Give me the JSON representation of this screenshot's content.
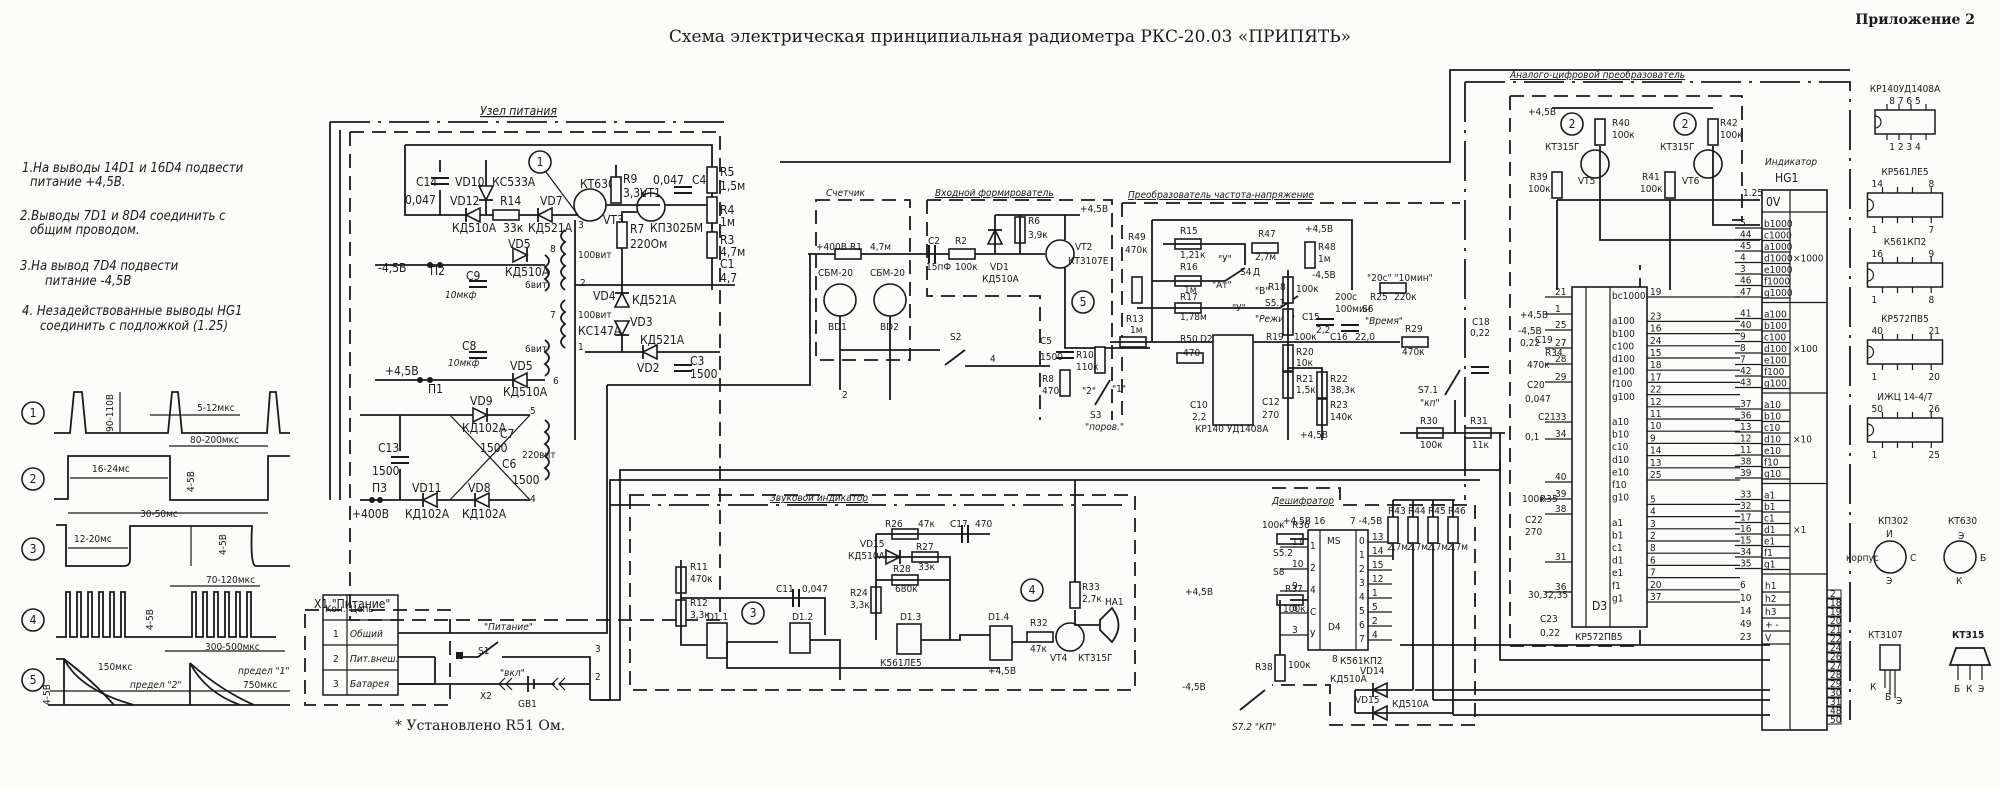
{
  "title": "Схема электрическая принципиальная радиометра РКС-20.03 «ПРИПЯТЬ»",
  "appendix": "Приложение 2",
  "footnote": "* Установлено R51 Ом.",
  "notes": [
    {
      "line1": "1.На выводы 14D1 и 16D4 подвести",
      "line2": "питание +4,5В."
    },
    {
      "line1": "2.Выводы 7D1 и 8D4 соединить с",
      "line2": "общим проводом."
    },
    {
      "line1": "3.На вывод 7D4 подвести",
      "line2": "питание -4,5В"
    },
    {
      "line1": "4. Незадействованные выводы НG1",
      "line2": "соединить с подложкой (1.25)"
    }
  ],
  "waveforms": [
    {
      "id": "1",
      "labels": [
        "90-110В",
        "5-12мкс",
        "80-200мкс"
      ]
    },
    {
      "id": "2",
      "labels": [
        "16-24мс",
        "4-5В",
        "30-50мс"
      ]
    },
    {
      "id": "3",
      "labels": [
        "12-20мс",
        "4-5В"
      ]
    },
    {
      "id": "4",
      "labels": [
        "4-5В",
        "70-120мкс",
        "300-500мкс"
      ]
    },
    {
      "id": "5",
      "labels": [
        "4-5В",
        "150мкс",
        "предел \"2\"",
        "предел \"1\"",
        "750мкс"
      ]
    }
  ],
  "blocks": {
    "power": "Узел питания",
    "counter": "Счетчик",
    "input_shaper": "Входной формирователь",
    "fv_converter": "Преобразователь частота-напряжение",
    "sound": "Звуковой индикатор",
    "decoder": "Дешифратор",
    "adc": "Аналого-цифровой преобразователь",
    "indicator": "Индикатор"
  },
  "power_unit": {
    "c14": "C14",
    "c14v": "0,047",
    "vd10": "VD10",
    "vd10t": "КС533А",
    "vd12": "VD12",
    "vd12t": "КД510А",
    "r14": "R14",
    "r14v": "33к",
    "vd7": "VD7",
    "vd7t": "КД521А",
    "vt3t": "КТ630Б",
    "vt3": "VT3",
    "r9": "R9",
    "r9v": "3,3к",
    "vt1": "VT1",
    "vt1t": "КП302БМ",
    "c4": "C4",
    "c4v": "0,047",
    "r5": "R5",
    "r5v": "1,5м",
    "r4": "R4",
    "r4v": "1м",
    "r3": "R3",
    "r3v": "4,7м",
    "c1": "C1",
    "c1v": "4,7",
    "r7": "R7",
    "r7v": "220Ом",
    "vd5a": "VD5",
    "vd5at": "КД510А",
    "n100a": "100вит",
    "n100b": "100вит",
    "n6a": "6вит",
    "n6b": "6вит",
    "n220": "220вит",
    "vd4": "VD4",
    "vd4t": "КД521А",
    "vd3": "VD3",
    "vd3t": "КС147А",
    "vd2": "VD2",
    "vd2t": "КД521А",
    "c3": "C3",
    "c3v": "1500",
    "c9": "C9",
    "c9v": "10мкф",
    "c8": "C8",
    "c8v": "10мкф",
    "vd5b": "VD5",
    "vd5bt": "КД510А",
    "vd9": "VD9",
    "vd9t": "КД102А",
    "c7": "C7",
    "c7v": "1500",
    "c6": "C6",
    "c6v": "1500",
    "c13": "C13",
    "c13v": "1500",
    "vd11": "VD11",
    "vd11t": "КД102А",
    "vd8": "VD8",
    "vd8t": "КД102А",
    "m45": "-4,5В",
    "p2": "П2",
    "p45": "+4,5В",
    "p1": "П1",
    "p400": "+400В",
    "p3": "П3",
    "pins": [
      "3",
      "8",
      "2",
      "7",
      "1",
      "6",
      "5",
      "4"
    ]
  },
  "counter": {
    "hv": "+400В",
    "r1": "R1",
    "r1v": "4,7м",
    "tube1": "СБМ-20",
    "tube2": "СБМ-20",
    "bd1": "BD1",
    "bd2": "BD2",
    "s2": "S2",
    "n2": "2",
    "n4": "4"
  },
  "input_shaper": {
    "c2": "C2",
    "c2v": "15пФ",
    "r2": "R2",
    "r2v": "100к",
    "vd1": "VD1",
    "vd1t": "КД510А",
    "r6": "R6",
    "r6v": "3,9к",
    "vt2": "VT2",
    "vt2t": "КТ3107Е",
    "vcc": "+4,5В",
    "c5": "C5",
    "c5v": "1500",
    "r8": "R8",
    "r8v": "470",
    "r10": "R10",
    "r10v": "110к",
    "s3": "S3",
    "s3t": "\"поров.\"",
    "s3a": "\"2\"",
    "s3b": "\"1\""
  },
  "fv": {
    "r49": "R49",
    "r49v": "470к",
    "r13": "R13",
    "r13v": "1м",
    "r15": "R15",
    "r15v": "1,21к",
    "r16": "R16",
    "r16v": "1м",
    "r17": "R17",
    "r17v": "1,78м",
    "r47": "R47",
    "r47v": "2,7м",
    "r48": "R48",
    "r48v": "1м",
    "p45": "+4,5В",
    "m45": "-4,5В",
    "s4": "S4",
    "s4a": "\"У\"",
    "s4b": "\"Ат\"",
    "s4c": "Д",
    "s51": "S5.1",
    "s51a": "\"В\"",
    "s51b": "\"У\"",
    "mode": "\"Режим\"",
    "r18": "R18",
    "r18v": "100к",
    "r19": "R19",
    "r19v": "100к",
    "r20": "R20",
    "r20v": "10к",
    "r21": "R21",
    "r21v": "1,5к",
    "r22": "R22",
    "r22v": "38,3к",
    "r23": "R23",
    "r23v": "140к",
    "c15": "C15",
    "c15v": "2,2",
    "c16": "C16",
    "c16v": "22,0",
    "s6": "S6",
    "s6a": "200с",
    "s6b": "100мин",
    "time": "\"Время\"",
    "s6c": "\"20с\" \"10мин\"",
    "r25": "R25",
    "r25v": "220к",
    "r29": "R29",
    "r29v": "470к",
    "r50": "R50",
    "d2": "D2",
    "r50v": "470",
    "c10": "C10",
    "c10v": "2,2",
    "c12": "C12",
    "c12v": "270",
    "d2t": "КР140 УД1408А",
    "c18": "C18",
    "c18v": "0,22",
    "s71": "S7.1",
    "s71t": "\"кп\"",
    "r30": "R30",
    "r30v": "100к",
    "r31": "R31",
    "r31v": "11к",
    "p45b": "+4,5В"
  },
  "sound": {
    "r11": "R11",
    "r11v": "470к",
    "r12": "R12",
    "r12v": "3,3к",
    "d11": "D1.1",
    "d12": "D1.2",
    "d13": "D1.3",
    "d14": "D1.4",
    "c11": "C11",
    "c11v": "0,047",
    "r26": "R26",
    "r26v": "47к",
    "c17": "C17",
    "c17v": "470",
    "vd15": "VD15",
    "vd15t": "КД510А",
    "r27": "R27",
    "r27v": "33к",
    "r28": "R28",
    "r28v": "680к",
    "r24": "R24",
    "r24v": "3,3к",
    "d1t": "К561ЛЕ5",
    "r32": "R32",
    "r32v": "47к",
    "vt4": "VT4",
    "vt4t": "КТ315Г",
    "r33": "R33",
    "r33v": "2,7к",
    "ha1": "НА1",
    "p45": "+4,5В",
    "pins": [
      "8",
      "9",
      "10",
      "7",
      "12",
      "13",
      "11",
      "1",
      "2",
      "3",
      "5",
      "6",
      "4",
      "14"
    ]
  },
  "connector": {
    "title": "X1 \"Питание\"",
    "headers": [
      "Кон.",
      "Цепь"
    ],
    "rows": [
      [
        "1",
        "Общий"
      ],
      [
        "2",
        "Пит.внеш."
      ],
      [
        "3",
        "Батарея"
      ]
    ],
    "power_label": "\"Питание\"",
    "s1": "S1",
    "s1t": "\"вкл\"",
    "x2": "X2",
    "gb1": "GB1",
    "n3": "3",
    "n2": "2"
  },
  "decoder": {
    "r36": "R36",
    "r36v": "100к",
    "s52": "S5.2",
    "s8": "S8",
    "r37": "R37",
    "r37v": "100к",
    "p45": "+4,5В",
    "r38": "R38",
    "r38v": "100к",
    "m45": "-4,5В",
    "s72": "S7.2 \"КП\"",
    "d4": "D4",
    "d4t": "К561КП2",
    "ms": "MS",
    "left_pins": [
      "1",
      "2",
      "4",
      "C",
      "У"
    ],
    "left_nums": [
      "11",
      "10",
      "9",
      "6",
      "3"
    ],
    "right_pins": [
      "0",
      "1",
      "2",
      "3",
      "4",
      "5",
      "6",
      "7"
    ],
    "right_nums": [
      "13",
      "14",
      "15",
      "12",
      "1",
      "5",
      "2",
      "4"
    ],
    "r43": "R43",
    "r44": "R44",
    "r45": "R45",
    "r46": "R46",
    "rv": "2,7м",
    "vd14": "VD14",
    "vd14t": "КД510А",
    "vd15": "VD15",
    "vd15t": "КД510А",
    "top_p": "+4,5В 16",
    "top_m": "7 -4,5В",
    "gnd": "8"
  },
  "adc": {
    "p45": "+4,5В",
    "r40": "R40",
    "r40v": "100к",
    "r42": "R42",
    "r42v": "100к",
    "vt5": "VT5",
    "vt5t": "КТ315Г",
    "vt6": "VT6",
    "vt6t": "КТ315Г",
    "r39": "R39",
    "r39v": "100к",
    "r41": "R41",
    "r41v": "100к",
    "d3": "D3",
    "d3t": "КР572ПВ5",
    "supply_p": "+4,5В",
    "supply_m": "-4,5В",
    "c19": "C19",
    "c19v": "0,22",
    "r34": "R34",
    "r34v": "470к",
    "c20": "C20",
    "c20v": "0,047",
    "c21": "C21",
    "c21v": "0,1",
    "r35": "R35",
    "r35v": "100к",
    "c22": "C22",
    "c22v": "270",
    "c23": "C23",
    "c23v": "0,22",
    "gnd_pins": "30,32,35",
    "left_pins": [
      "21",
      "1",
      "25",
      "27",
      "28",
      "29",
      "33",
      "34",
      "40",
      "39",
      "38",
      "31",
      "36"
    ],
    "right_seg": [
      "bc1000",
      "",
      "a100",
      "b100",
      "c100",
      "d100",
      "e100",
      "f100",
      "g100",
      "",
      "a10",
      "b10",
      "c10",
      "d10",
      "e10",
      "f10",
      "g10",
      "",
      "a1",
      "b1",
      "c1",
      "d1",
      "e1",
      "f1",
      "g1"
    ],
    "right_nums": [
      "19",
      "",
      "23",
      "16",
      "24",
      "15",
      "18",
      "17",
      "22",
      "12",
      "11",
      "10",
      "9",
      "14",
      "13",
      "25",
      "",
      "5",
      "4",
      "3",
      "2",
      "8",
      "6",
      "7",
      "20",
      "37"
    ]
  },
  "indicator": {
    "title": "Индикатор",
    "name": "НG1",
    "ov": "0V",
    "ov_pin": "1.25",
    "groups": [
      {
        "mult": "×1000",
        "segs": [
          "b1000",
          "c1000",
          "a1000",
          "d1000",
          "e1000",
          "f1000",
          "g1000"
        ],
        "pins": [
          "5",
          "44",
          "45",
          "4",
          "3",
          "46",
          "47"
        ]
      },
      {
        "mult": "×100",
        "segs": [
          "a100",
          "b100",
          "c100",
          "d100",
          "e100",
          "f100",
          "g100"
        ],
        "pins": [
          "41",
          "40",
          "9",
          "8",
          "7",
          "42",
          "43"
        ]
      },
      {
        "mult": "×10",
        "segs": [
          "a10",
          "b10",
          "c10",
          "d10",
          "e10",
          "f10",
          "g10"
        ],
        "pins": [
          "37",
          "36",
          "13",
          "12",
          "11",
          "38",
          "39"
        ]
      },
      {
        "mult": "×1",
        "segs": [
          "a1",
          "b1",
          "c1",
          "d1",
          "e1",
          "f1",
          "g1"
        ],
        "pins": [
          "33",
          "32",
          "17",
          "16",
          "15",
          "34",
          "35"
        ]
      }
    ],
    "extra": [
      {
        "seg": "h1",
        "pin": "6"
      },
      {
        "seg": "h2",
        "pin": "10"
      },
      {
        "seg": "h3",
        "pin": "14"
      },
      {
        "seg": "+ -",
        "pin": "49"
      },
      {
        "seg": "V",
        "pin": "23"
      }
    ],
    "side_pins": [
      "2",
      "18",
      "19",
      "20",
      "21",
      "22",
      "24",
      "26",
      "27",
      "28",
      "29",
      "30",
      "31",
      "48",
      "50"
    ]
  },
  "pinouts": [
    {
      "name": "КР140УД1408А",
      "top": "8 7 6 5",
      "bottom": "1 2 3 4"
    },
    {
      "name": "КР561ЛЕ5",
      "top_l": "14",
      "top_r": "8",
      "bot_l": "1",
      "bot_r": "7"
    },
    {
      "name": "К561КП2",
      "top_l": "16",
      "top_r": "9",
      "bot_l": "1",
      "bot_r": "8"
    },
    {
      "name": "КР572ПВ5",
      "top_l": "40",
      "top_r": "21",
      "bot_l": "1",
      "bot_r": "20"
    },
    {
      "name": "ИЖЦ 14-4/7",
      "top_l": "50",
      "top_r": "26",
      "bot_l": "1",
      "bot_r": "25"
    }
  ],
  "packages": [
    {
      "name": "КП302",
      "pins": [
        "И",
        "С",
        "Э",
        "корпус"
      ]
    },
    {
      "name": "КТ630",
      "pins": [
        "Э",
        "Б",
        "К"
      ]
    },
    {
      "name": "КТ3107",
      "pins": [
        "К",
        "Б",
        "Э"
      ]
    },
    {
      "name": "КТ315",
      "pins": [
        "Б",
        "К",
        "Э"
      ]
    }
  ],
  "test_points": [
    "1",
    "2",
    "2",
    "3",
    "4",
    "5"
  ]
}
